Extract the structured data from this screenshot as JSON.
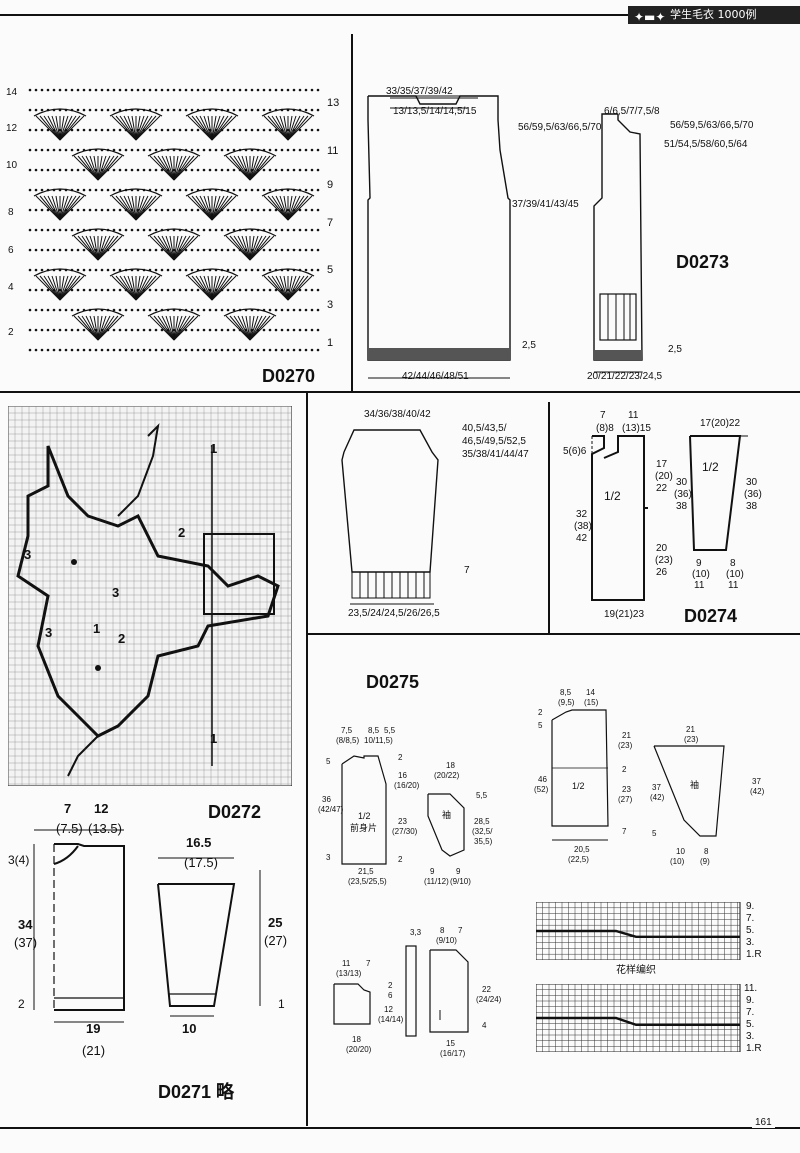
{
  "header": {
    "title": "学生毛衣 1000例",
    "icon": "bat-ornament-icon"
  },
  "page_number": "161",
  "d0270": {
    "code": "D0270",
    "left_rows": [
      "14",
      "12",
      "10",
      "8",
      "6",
      "4",
      "2"
    ],
    "right_rows": [
      "13",
      "11",
      "9",
      "7",
      "5",
      "3",
      "1"
    ]
  },
  "d0273": {
    "code": "D0273",
    "front": {
      "top_width": "33/35/37/39/42",
      "neck_width": "13/13,5/14/14,5/15",
      "length": "56/59,5/63/66,5/70",
      "side": "37/39/41/43/45",
      "rib": "2,5",
      "bottom": "42/44/46/48/51"
    },
    "side_panel": {
      "top": "6/6,5/7/7,5/8",
      "length": "56/59,5/63/66,5/70",
      "inner": "51/54,5/58/60,5/64",
      "rib": "2,5",
      "bottom": "20/21/22/23/24,5"
    }
  },
  "sleeve": {
    "top": "34/36/38/40/42",
    "cap1": "40,5/43,5/",
    "cap2": "46,5/49,5/52,5",
    "length": "35/38/41/44/47",
    "rib": "7",
    "bottom": "23,5/24/24,5/26/26,5"
  },
  "d0272": {
    "code": "D0272",
    "labels": [
      "1",
      "1",
      "2",
      "3",
      "3",
      "3",
      "2",
      "1"
    ]
  },
  "d0274": {
    "code": "D0274",
    "body": {
      "neck_a": "7",
      "neck_a2": "(8)8",
      "neck_b": "11",
      "neck_b2": "(13)15",
      "drop": "5(6)6",
      "arm1": "17",
      "arm2": "(20)",
      "arm3": "22",
      "len1": "32",
      "len2": "(38)",
      "len3": "42",
      "side1": "20",
      "side2": "(23)",
      "side3": "26",
      "half": "1/2",
      "bottom": "19(21)23"
    },
    "sleeve": {
      "top": "17(20)22",
      "half": "1/2",
      "l1": "30",
      "l2": "(36)",
      "l3": "38",
      "r1": "30",
      "r2": "(36)",
      "r3": "38",
      "b1a": "9",
      "b1b": "(10)",
      "b1c": "11",
      "b2a": "8",
      "b2b": "(10)",
      "b2c": "11"
    }
  },
  "d0271": {
    "code": "D0271 略",
    "body": {
      "neck_w": "7",
      "neck_w2": "(7.5)",
      "shoulder": "12",
      "shoulder2": "(13.5)",
      "drop": "3(4)",
      "len": "34",
      "len2": "(37)",
      "rib": "2",
      "width": "19",
      "width2": "(21)"
    },
    "sleeve": {
      "top": "16.5",
      "top2": "(17.5)",
      "len": "25",
      "len2": "(27)",
      "rib": "1",
      "bottom": "10"
    }
  },
  "d0275": {
    "code": "D0275",
    "front": {
      "t1": "7,5",
      "t1b": "(8/8,5)",
      "t2": "8,5",
      "t2b": "10/11,5)",
      "t2c": "5,5",
      "h1": "5",
      "h2": "36",
      "h2b": "(42/47)",
      "h3": "3",
      "arm": "2",
      "m1": "16",
      "m1b": "(16/20)",
      "m2": "23",
      "m2b": "(27/30)",
      "m3": "2",
      "half": "1/2",
      "name": "前身片",
      "bottom": "21,5",
      "bottom2": "(23,5/25,5)"
    },
    "sleeve": {
      "top": "18",
      "top2": "(20/22)",
      "r1": "5,5",
      "r2": "28,5",
      "r3": "(32,5/",
      "r4": "35,5)",
      "name": "袖",
      "b1": "9",
      "b1b": "(11/12)",
      "b2": "9",
      "b2b": "(9/10)"
    },
    "collar": {
      "a": "11",
      "a2": "(13/13)",
      "b": "7",
      "c": "6",
      "d": "2",
      "e": "12",
      "e2": "(14/14)",
      "f": "18",
      "f2": "(20/20)",
      "g": "3,3",
      "h": "8",
      "h2": "(9/10)",
      "i": "7",
      "j": "22",
      "j2": "(24/24)",
      "k": "4",
      "l": "15",
      "l2": "(16/17)"
    },
    "body2": {
      "a": "8,5",
      "a2": "(9,5)",
      "b": "14",
      "b2": "(15)",
      "c": "2",
      "d": "5",
      "e": "21",
      "e2": "(23)",
      "f": "46",
      "f2": "(52)",
      "g": "23",
      "g2": "(27)",
      "h": "2",
      "half": "1/2",
      "i": "7",
      "bottom": "20,5",
      "bottom2": "(22,5)"
    },
    "sleeve2": {
      "top": "21",
      "top2": "(23)",
      "name": "袖",
      "l": "37",
      "l2": "(42)",
      "r": "37",
      "r2": "(42)",
      "m": "5",
      "b1": "10",
      "b1b": "(10)",
      "b2": "8",
      "b2b": "(9)"
    },
    "pattern_title": "花样编织",
    "chart1_rows": [
      "9.",
      "7.",
      "5.",
      "3.",
      "1.R"
    ],
    "chart2_rows": [
      "11.",
      "9.",
      "7.",
      "5.",
      "3.",
      "1.R"
    ]
  }
}
